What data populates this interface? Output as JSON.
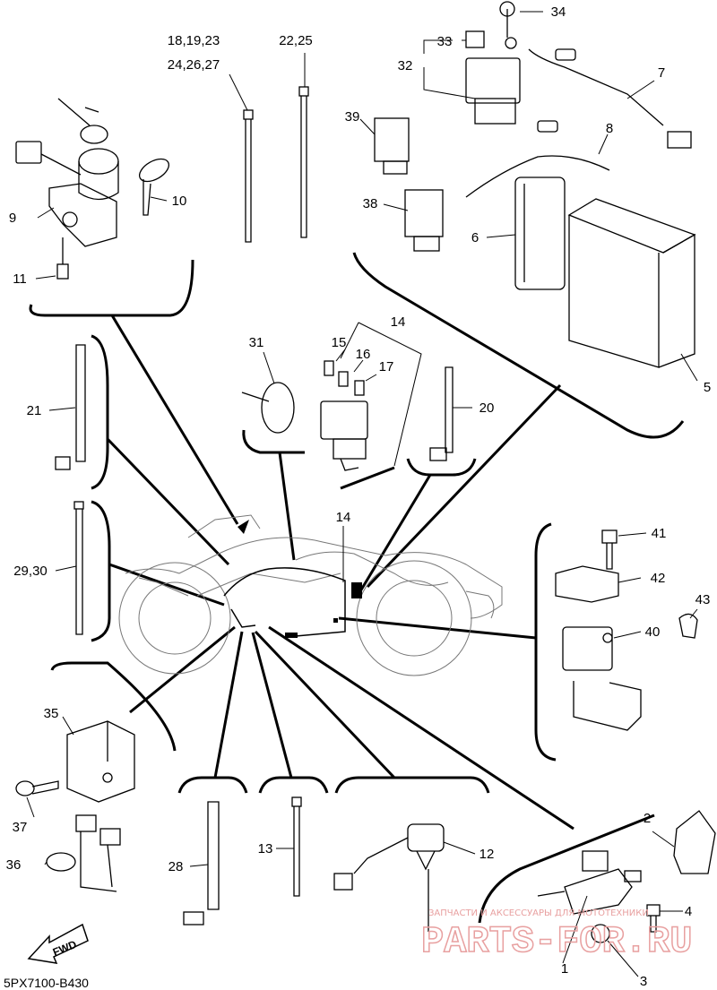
{
  "callouts": {
    "c1": "1",
    "c2": "2",
    "c3": "3",
    "c4": "4",
    "c5": "5",
    "c6": "6",
    "c7": "7",
    "c8": "8",
    "c9": "9",
    "c10": "10",
    "c11": "11",
    "c12": "12",
    "c13": "13",
    "c14a": "14",
    "c14b": "14",
    "c15": "15",
    "c16": "16",
    "c17": "17",
    "c18_19_23": "18,19,23",
    "c24_26_27": "24,26,27",
    "c20": "20",
    "c21": "21",
    "c22_25": "22,25",
    "c28": "28",
    "c29_30": "29,30",
    "c31": "31",
    "c32": "32",
    "c33": "33",
    "c34": "34",
    "c35": "35",
    "c36": "36",
    "c37": "37",
    "c38": "38",
    "c39": "39",
    "c40": "40",
    "c41": "41",
    "c42": "42",
    "c43": "43"
  },
  "fwd_label": "FWD",
  "diagram_code": "5PX7100-B430",
  "watermark": {
    "line1": "ЗАПЧАСТИ И АКСЕССУАРЫ ДЛЯ МОТОТЕХНИКИ",
    "logo": "PARTS-FOR.RU",
    "color": "#e8a0a0"
  }
}
